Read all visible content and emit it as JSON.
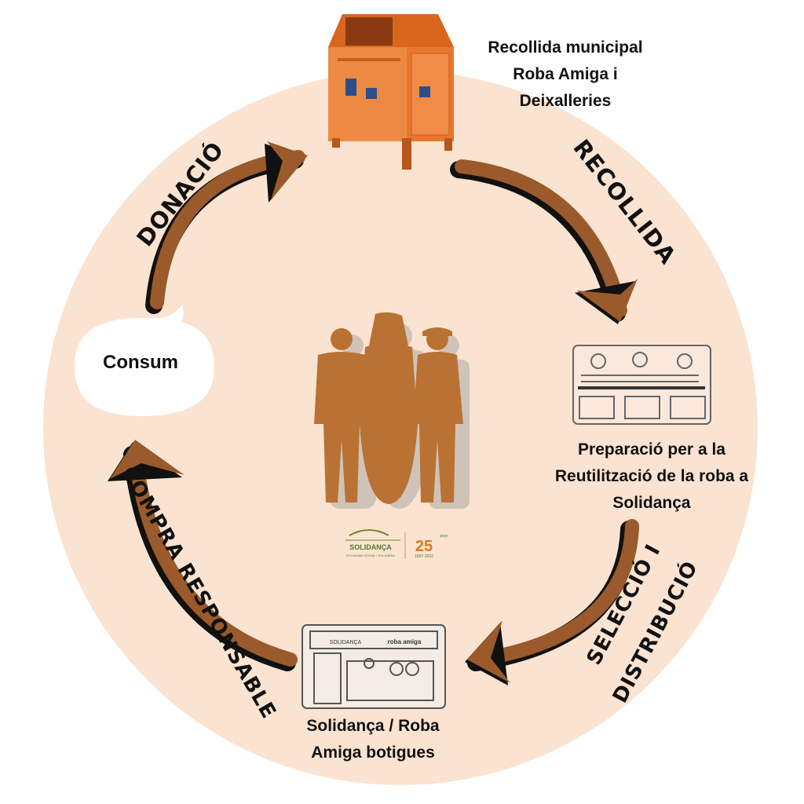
{
  "stages": {
    "collection_point": "Recollida municipal Roba Amiga i Deixalleries",
    "preparation": "Preparació per a la Reutilització de la roba a Solidança",
    "shops": "Solidança / Roba Amiga botigues",
    "consumption": "Consum"
  },
  "arrows": {
    "collection": "RECOLLIDA",
    "selection_line1": "SELECCIÓ I",
    "selection_line2": "DISTRIBUCIÓ",
    "responsible_purchase": "COMPRA RESPONSABLE",
    "donation": "DONACIÓ"
  },
  "logo": {
    "brand": "SOLIDANÇA",
    "tagline": "ECONOMIA SOCIAL I SOLIDÀRIA",
    "anniversary": "25",
    "anniversary_suffix": "anys",
    "years": "1997-2022"
  },
  "shop_sign": {
    "brand": "SOLIDANÇA",
    "roba_amiga": "roba amiga"
  },
  "colors": {
    "circle": "#fbe3d1",
    "arrow": "#9a5a2b",
    "container": "#e8772d",
    "figures": "#b97233"
  }
}
